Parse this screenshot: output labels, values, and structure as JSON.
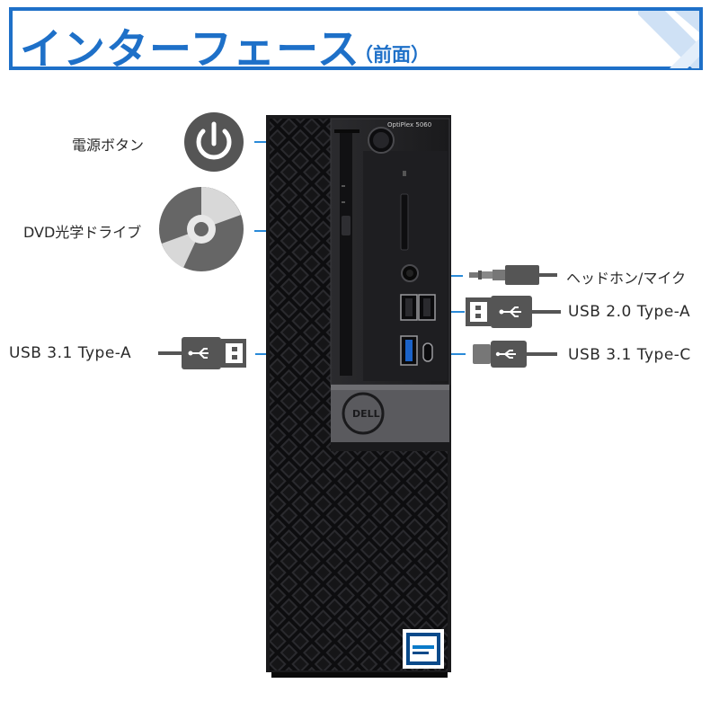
{
  "header": {
    "title": "インターフェース",
    "subtitle": "（前面）"
  },
  "device": {
    "model_label": "OptiPlex 5060",
    "brand_logo_text": "DELL"
  },
  "callouts": {
    "power_button": "電源ボタン",
    "dvd_drive": "DVD光学ドライブ",
    "audio_jack": "ヘッドホン/マイク",
    "usb20_typea": "USB 2.0 Type-A",
    "usb31_typea": "USB 3.1 Type-A",
    "usb31_typec": "USB 3.1 Type-C"
  },
  "colors": {
    "accent": "#1e70c8",
    "callout_line": "#2a8ad8",
    "icon_gray": "#555555",
    "chassis": "#1c1c1e"
  },
  "icons": [
    "power-icon",
    "dvd-disc-icon",
    "audio-plug-icon",
    "usb-typea-plug-icon",
    "usb-typec-plug-icon"
  ]
}
